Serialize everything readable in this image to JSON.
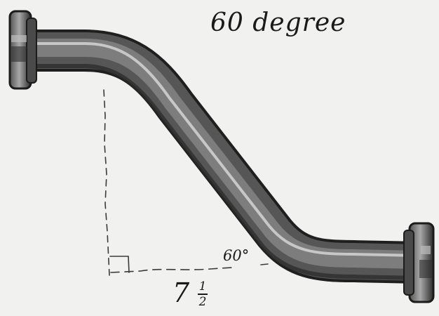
{
  "diagram": {
    "title": "60 degree",
    "angle_label": "60°",
    "measurement": {
      "whole": "7",
      "numerator": "1",
      "denominator": "2"
    }
  },
  "colors": {
    "background": "#f1f1ef",
    "pipe_dark": "#2a2a2a",
    "pipe_mid": "#6f6f6f",
    "pipe_highlight": "#c9c9c9",
    "ink": "#1a1a1a"
  },
  "icons": [
    "offset-pipe-fitting"
  ]
}
